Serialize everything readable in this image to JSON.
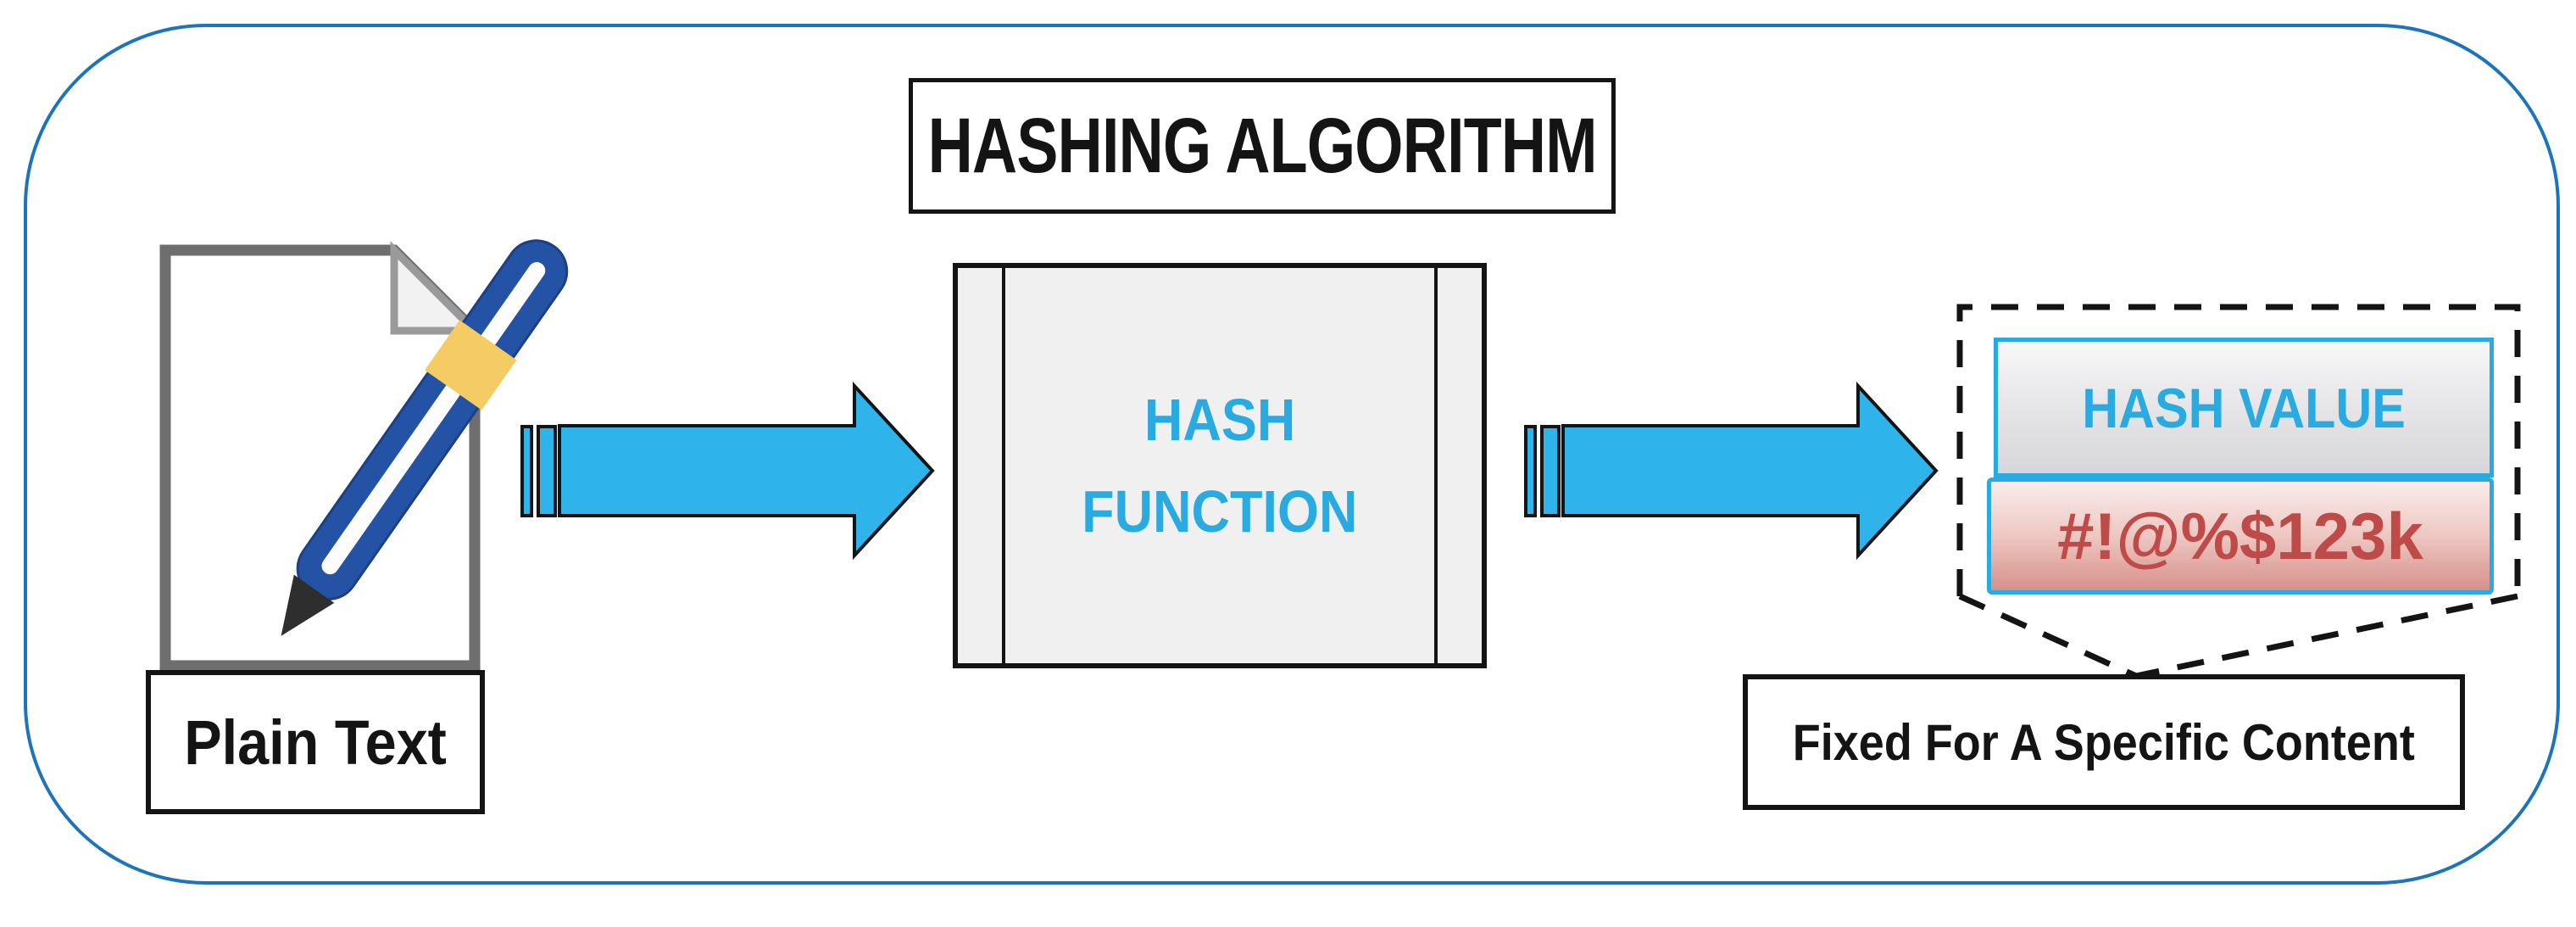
{
  "diagram": {
    "title": "HASHING ALGORITHM",
    "source": {
      "icon": "document-pen-icon",
      "label": "Plain Text"
    },
    "flow": {
      "arrow_icon": "flow-arrow-right-icon",
      "arrow_count": 2
    },
    "process": {
      "label_line1": "HASH",
      "label_line2": "FUNCTION"
    },
    "output": {
      "callout_icon": "dashed-callout-pointer-icon",
      "title": "HASH VALUE",
      "value": "#!@%$123k",
      "caption": "Fixed For A Specific Content"
    }
  },
  "colors": {
    "accent_cyan": "#29ABE2",
    "arrow_fill": "#2EB3EB",
    "container_border_blue": "#1C75BC",
    "value_red": "#BE4B48",
    "outline_black": "#141414",
    "process_fill": "#F0F0F0",
    "pen_blue": "#2452A4",
    "pen_band_yellow": "#F4CC63"
  }
}
